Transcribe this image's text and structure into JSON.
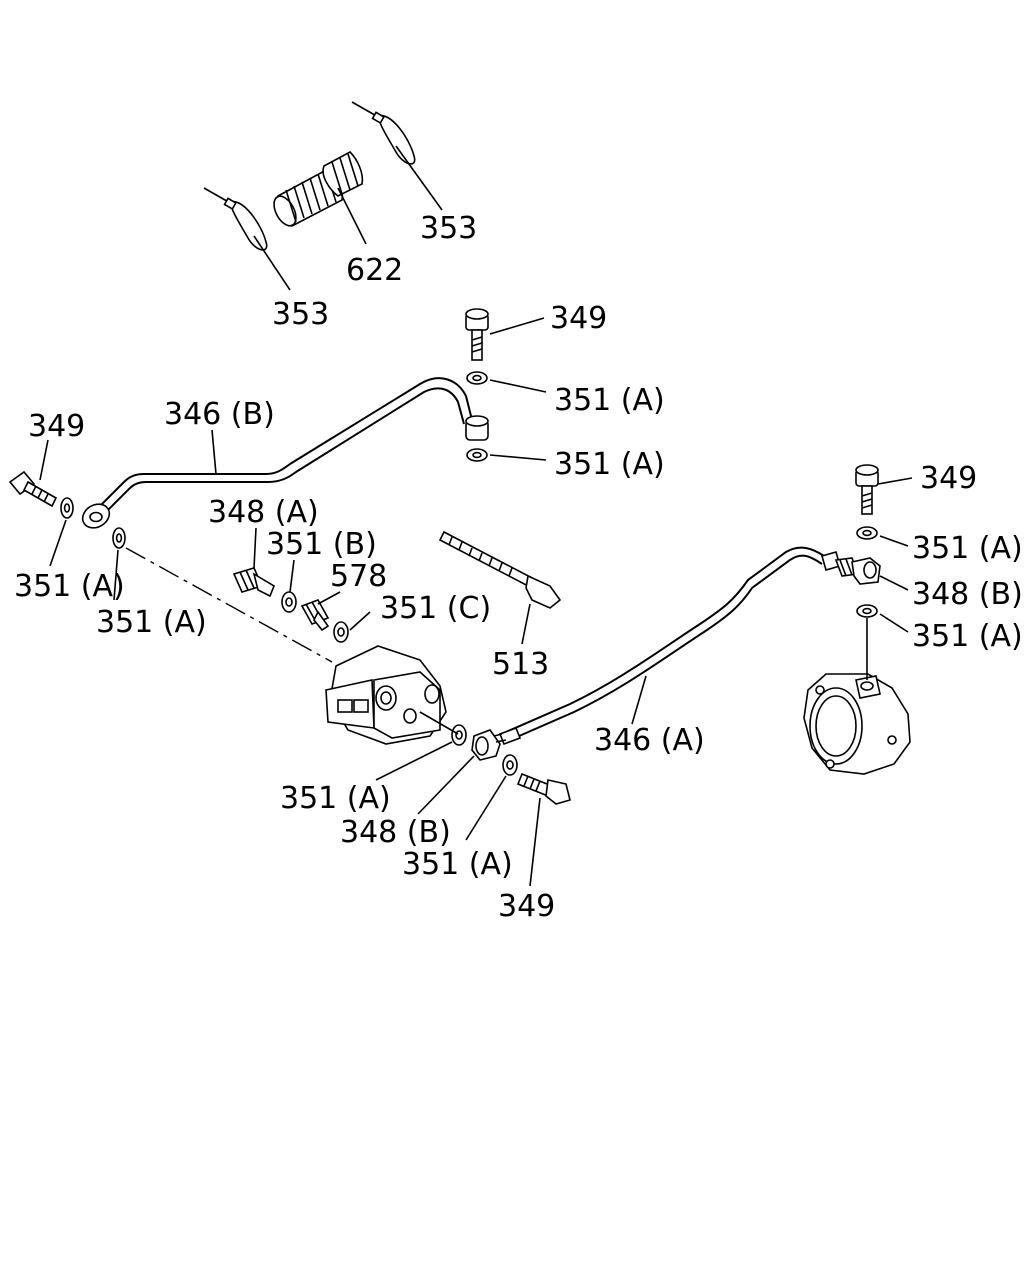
{
  "callouts": {
    "c353_top": "353",
    "c622": "622",
    "c353_left": "353",
    "c349_top": "349",
    "c351a_top1": "351 (A)",
    "c351a_top2": "351 (A)",
    "c349_left": "349",
    "c346b": "346 (B)",
    "c351a_left1": "351 (A)",
    "c351a_left2": "351 (A)",
    "c348a": "348 (A)",
    "c351b": "351 (B)",
    "c578": "578",
    "c351c": "351 (C)",
    "c513": "513",
    "c349_right": "349",
    "c351a_right1": "351 (A)",
    "c348b_right": "348 (B)",
    "c351a_right2": "351 (A)",
    "c346a": "346 (A)",
    "c351a_bottom1": "351 (A)",
    "c348b_bottom": "348 (B)",
    "c351a_bottom2": "351 (A)",
    "c349_bottom": "349"
  }
}
